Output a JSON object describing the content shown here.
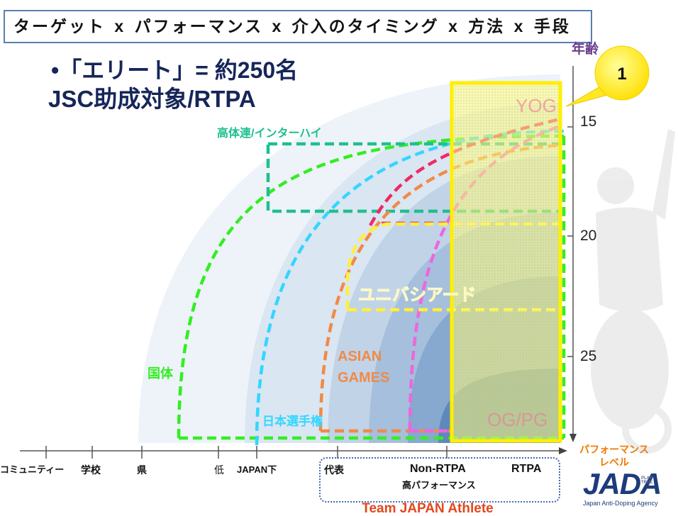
{
  "slide": {
    "title": "ターゲット x パフォーマンス x 介入のタイミング x 方法 x 手段",
    "bullet_symbol": "•",
    "bullet_line1": "「エリート」= 約250名",
    "bullet_line2": "JSC助成対象/RTPA",
    "callout_number": "1"
  },
  "age_axis": {
    "label": "年齢",
    "ticks": [
      "15",
      "20",
      "25"
    ]
  },
  "performance_axis": {
    "label_line1": "パフォーマンス",
    "label_line2": "レベル",
    "ticks": [
      "コミュニティー",
      "学校",
      "県",
      "低",
      "JAPAN下",
      "代表",
      "Non-RTPA",
      "RTPA"
    ],
    "sub_label": "高パフォーマンス",
    "group_label": "Team JAPAN Athlete"
  },
  "diagram": {
    "labels": {
      "inter_high": "高体連/インターハイ",
      "universiade": "ユニバシアード",
      "asian_games": [
        "ASIAN",
        "GAMES"
      ],
      "kokutai": "国体",
      "national_championship": "日本選手権",
      "yog": "YOG",
      "og_pg": "OG/PG"
    },
    "colors": {
      "kokutai": "#33ee22",
      "national_championship": "#33d6ff",
      "inter_high": "#1fbf8f",
      "asian_games": "#f08a48",
      "universiade": "#fff03a",
      "red_range": "#ee2a66",
      "og_pg_range": "#ee66dd",
      "olympic_labels": "#f0709a",
      "highlight_border": "#ffee00"
    }
  },
  "theme": {
    "bullet_text": "#16265a",
    "age_label": "#6b3e8e",
    "performance_label": "#f07800",
    "team_japan": "#e4461c",
    "jada_brand": "#1d3c7c"
  },
  "logo": {
    "mark": "JADA",
    "tagline": "PLAY TRUE",
    "organization": "Japan Anti-Doping Agency"
  }
}
